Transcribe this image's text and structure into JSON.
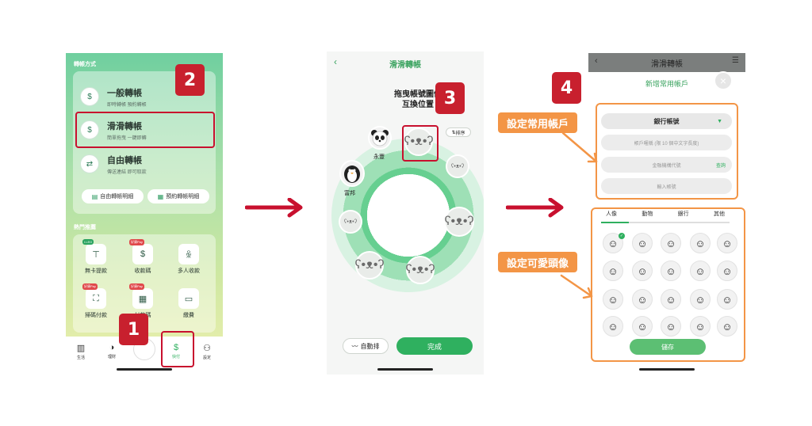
{
  "phone1": {
    "section_transfer_methods": "轉帳方式",
    "transfer_options": [
      {
        "title": "一般轉帳",
        "subtitle": "即時轉帳 預約轉帳"
      },
      {
        "title": "滑滑轉帳",
        "subtitle": "簡單拖曳 一鍵即轉"
      },
      {
        "title": "自由轉帳",
        "subtitle": "傳送連結 即可取款"
      }
    ],
    "details_buttons": [
      "自由轉帳明細",
      "預約轉帳明細"
    ],
    "section_hot": "熱門推薦",
    "hot_items": [
      {
        "label": "無卡提款",
        "tag": "I.LEO"
      },
      {
        "label": "收款碼",
        "tag": "好康Pay"
      },
      {
        "label": "多人收款",
        "tag": ""
      },
      {
        "label": "掃碼付款",
        "tag": "好康Pay"
      },
      {
        "label": "付款碼",
        "tag": "好康Pay"
      },
      {
        "label": "繳費",
        "tag": ""
      }
    ],
    "nav": [
      "生活",
      "理財",
      "",
      "快付",
      "設定"
    ]
  },
  "phone2": {
    "title": "滑滑轉帳",
    "hint_line1": "拖曳帳號圖像",
    "hint_line2": "互換位置",
    "sort_button": "排序",
    "names": [
      "永豐",
      "富邦"
    ],
    "auto_button": "自動排",
    "done_button": "完成"
  },
  "phone3": {
    "title": "滑滑轉帳",
    "sheet_title": "新增常用帳戶",
    "fields": {
      "account_type": "銀行帳號",
      "nickname_placeholder": "帳戶暱稱 (限 10 個中文字長度)",
      "bank_code_placeholder": "金融機構代號",
      "bank_code_query": "查詢",
      "account_placeholder": "輸入帳號"
    },
    "tabs": [
      "人像",
      "動物",
      "銀行",
      "其他"
    ],
    "save_button": "儲存"
  },
  "annotations": {
    "badges": [
      "1",
      "2",
      "3",
      "4"
    ],
    "label_account": "設定常用帳戶",
    "label_avatar": "設定可愛頭像"
  },
  "colors": {
    "brand_green": "#2fb05f",
    "highlight_red": "#c8102e",
    "annotation_orange": "#f39546"
  }
}
